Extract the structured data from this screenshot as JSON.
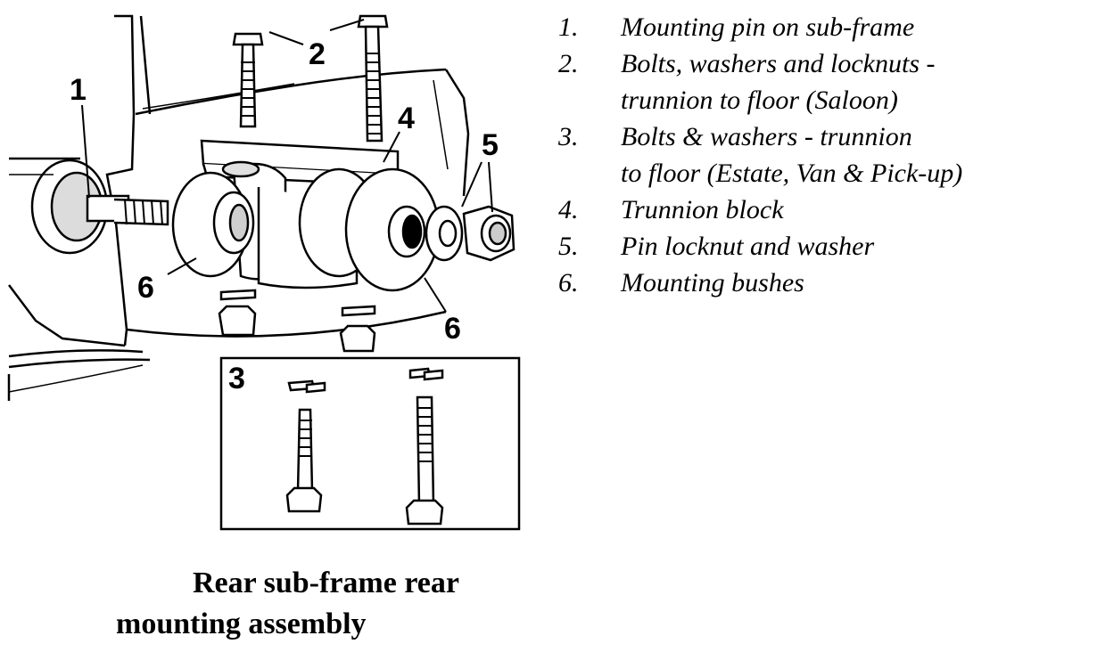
{
  "callouts": {
    "c1": "1",
    "c2": "2",
    "c3": "3",
    "c4": "4",
    "c5": "5",
    "c6a": "6",
    "c6b": "6"
  },
  "legend": {
    "items": [
      {
        "num": "1.",
        "text": "Mounting pin on sub-frame"
      },
      {
        "num": "2.",
        "text": "Bolts, washers and locknuts -\ntrunnion to floor (Saloon)"
      },
      {
        "num": "3.",
        "text": "Bolts & washers - trunnion\nto floor (Estate, Van & Pick-up)"
      },
      {
        "num": "4.",
        "text": "Trunnion block"
      },
      {
        "num": "5.",
        "text": "Pin locknut and washer"
      },
      {
        "num": "6.",
        "text": "Mounting bushes"
      }
    ]
  },
  "caption": {
    "line1": "Rear sub-frame rear",
    "line2": "mounting assembly"
  }
}
